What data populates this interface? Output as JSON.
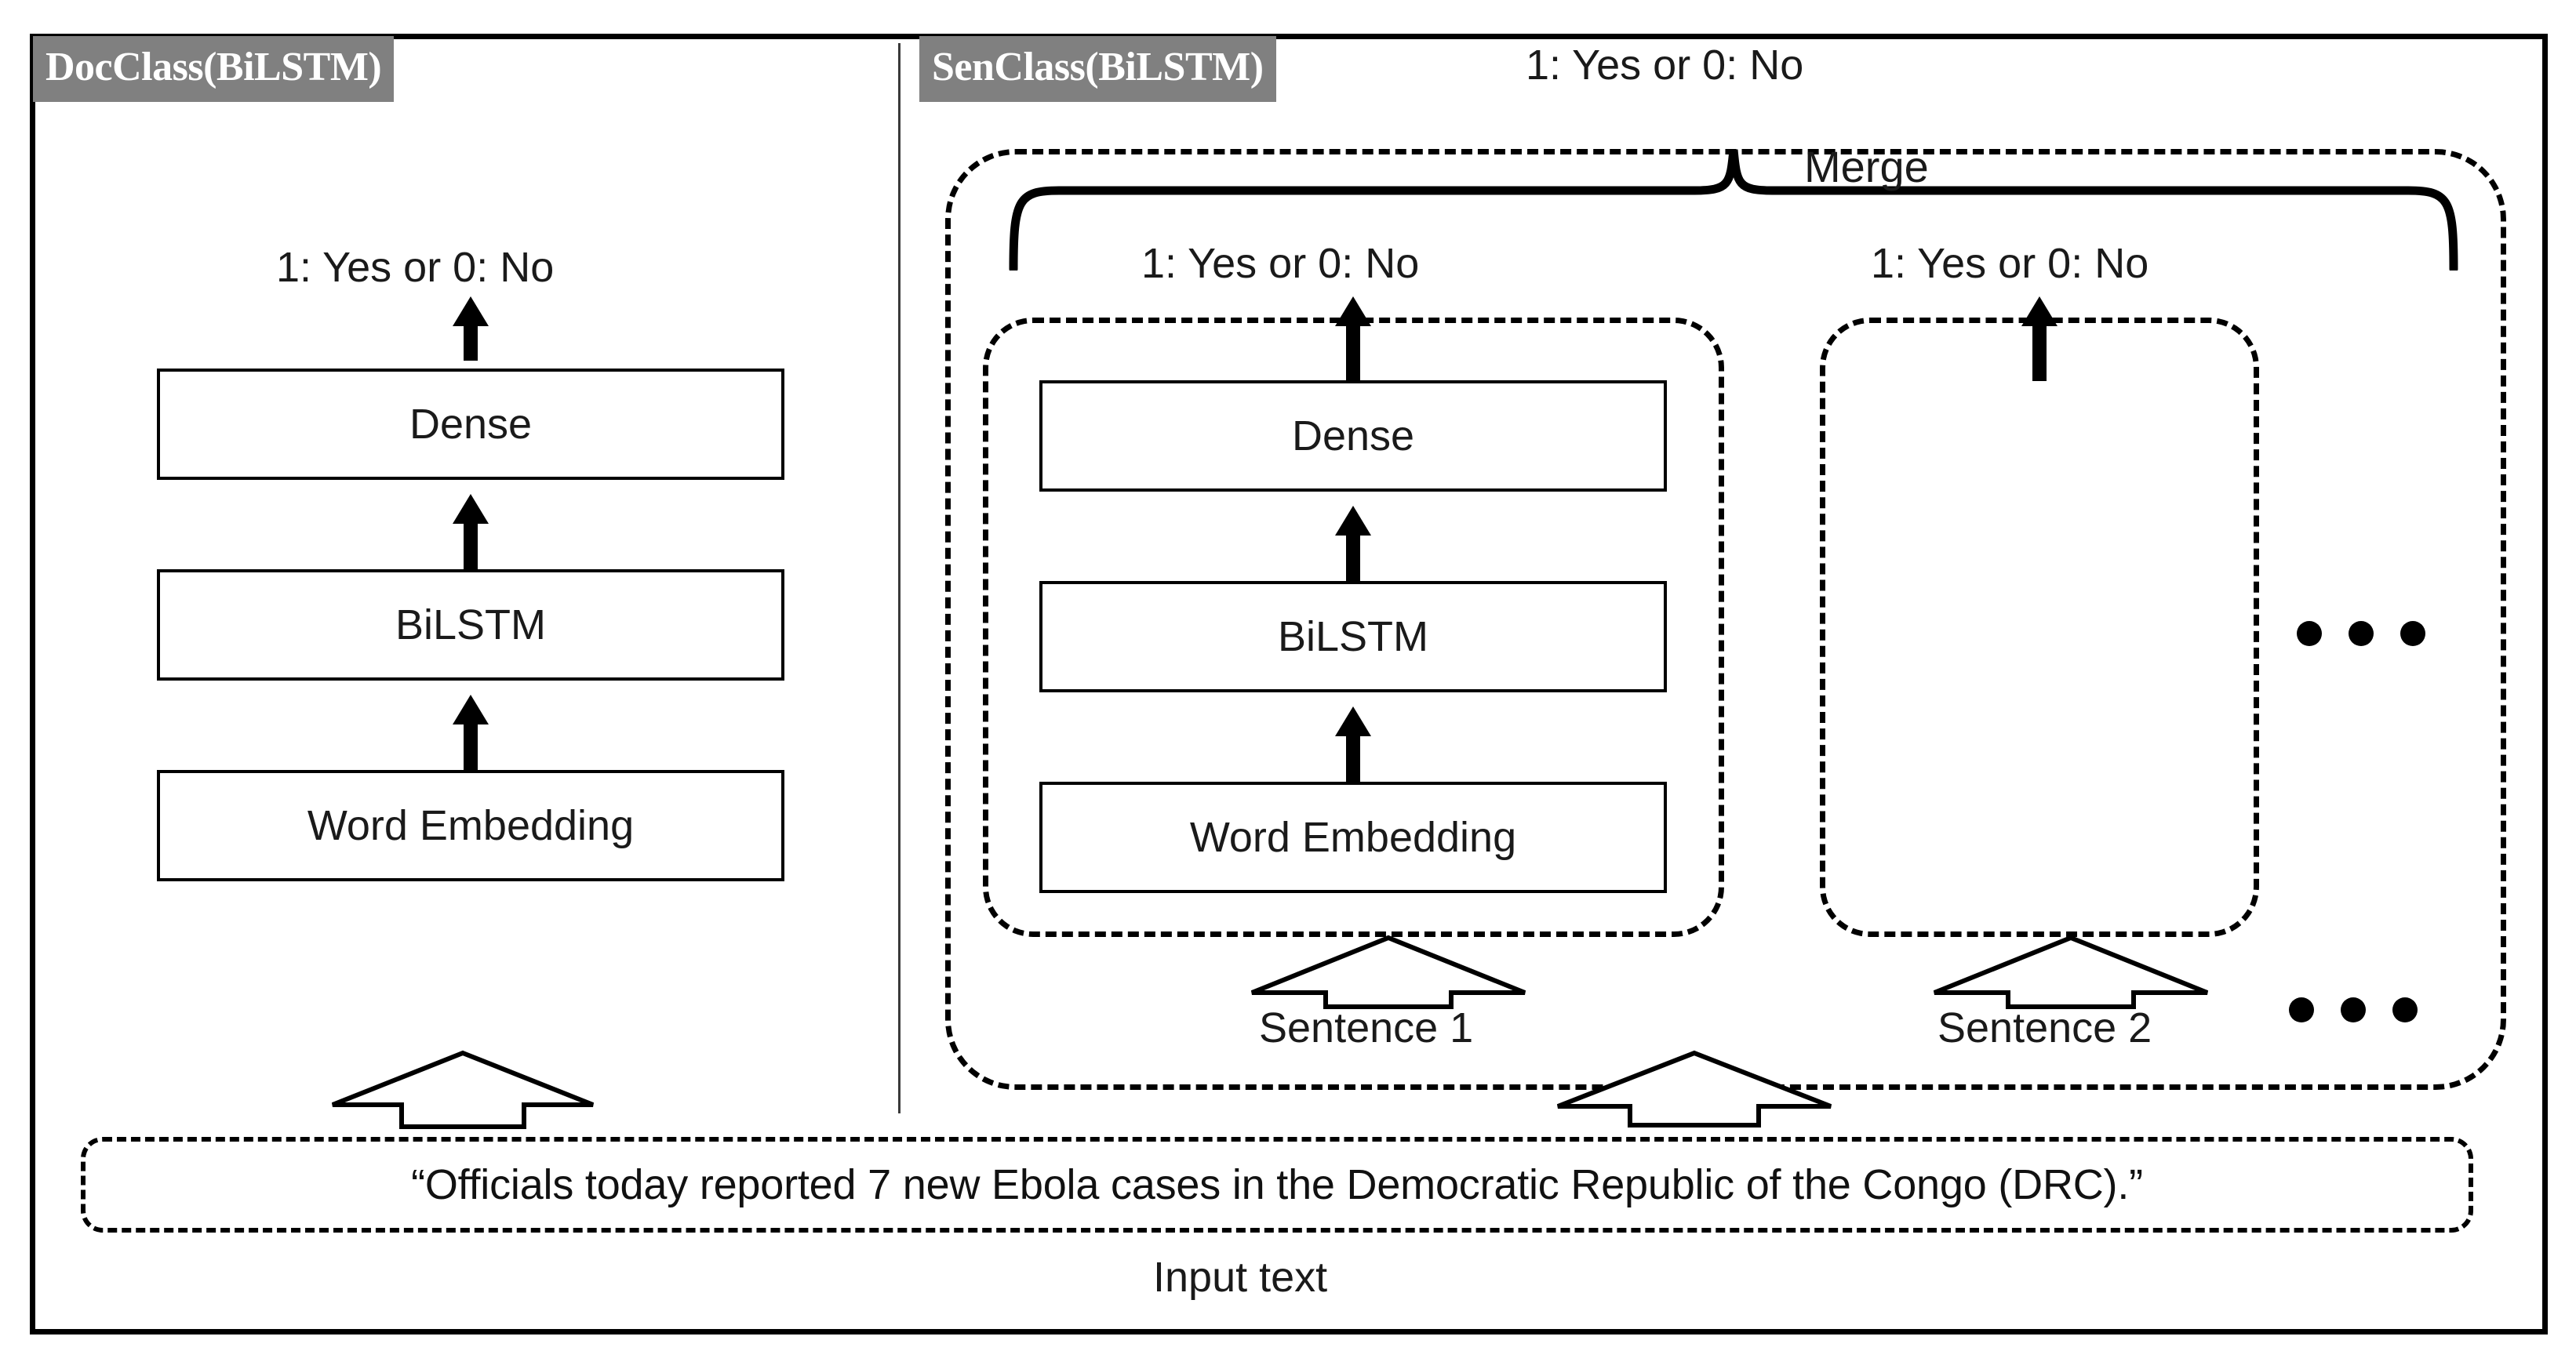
{
  "figure": {
    "sections": [
      {
        "id": "docclass",
        "title": "DocClass(BiLSTM)"
      },
      {
        "id": "senclass",
        "title": "SenClass(BiLSTM)"
      }
    ],
    "doc_branch": {
      "output_label": "1: Yes or 0: No",
      "layers": [
        {
          "name": "dense",
          "label": "Dense"
        },
        {
          "name": "bilstm",
          "label": "BiLSTM"
        },
        {
          "name": "embedding",
          "label": "Word Embedding"
        }
      ]
    },
    "sen_branch": {
      "merged_output_label": "1: Yes or 0: No",
      "merge_label": "Merge",
      "sentences": [
        {
          "id": "sentence-1",
          "caption": "Sentence 1",
          "output_label": "1: Yes or 0: No",
          "layers": [
            {
              "name": "dense",
              "label": "Dense"
            },
            {
              "name": "bilstm",
              "label": "BiLSTM"
            },
            {
              "name": "embedding",
              "label": "Word Embedding"
            }
          ]
        },
        {
          "id": "sentence-2",
          "caption": "Sentence 2",
          "output_label": "1: Yes or 0: No",
          "layers": []
        }
      ],
      "ellipsis": "• • •"
    },
    "input": {
      "text": "“Officials today reported 7 new Ebola cases in the Democratic Republic of the Congo (DRC).”",
      "caption": "Input text"
    },
    "colors": {
      "chip_background": "#808080",
      "chip_text": "#ffffff",
      "stroke": "#000000",
      "canvas": "#ffffff"
    }
  }
}
